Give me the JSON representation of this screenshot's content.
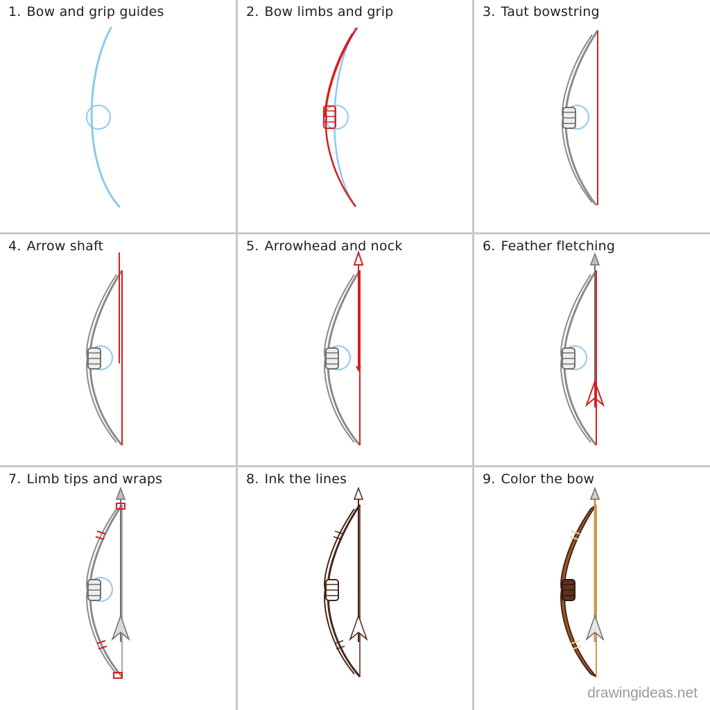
{
  "steps": [
    {
      "num": "1.",
      "title": "Bow and grip guides"
    },
    {
      "num": "2.",
      "title": "Bow limbs and grip"
    },
    {
      "num": "3.",
      "title": "Taut bowstring"
    },
    {
      "num": "4.",
      "title": "Arrow shaft"
    },
    {
      "num": "5.",
      "title": "Arrowhead and nock"
    },
    {
      "num": "6.",
      "title": "Feather fletching"
    },
    {
      "num": "7.",
      "title": "Limb tips and wraps"
    },
    {
      "num": "8.",
      "title": "Ink the lines"
    },
    {
      "num": "9.",
      "title": "Color the bow"
    }
  ],
  "watermark": "drawingideas.net",
  "colors": {
    "guide": "#8fc8ee",
    "new_stroke": "#d81e1e",
    "pencil": "#7d7d7d",
    "ink": "#4a2516",
    "wood": "#9b5a2b",
    "string": "#c99c4a",
    "grid_line": "#c9c9c9"
  }
}
